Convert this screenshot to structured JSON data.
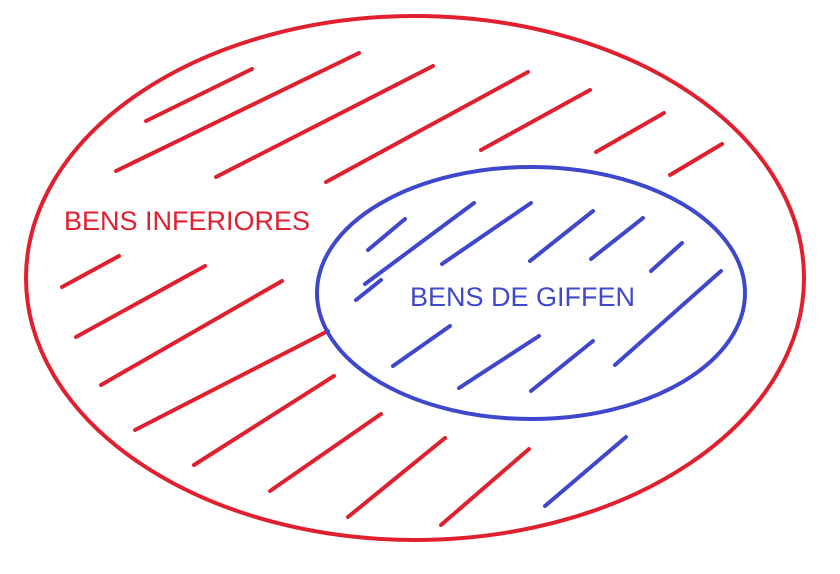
{
  "sets": [
    {
      "id": "outer",
      "label": "BENS INFERIORES",
      "color": "#e0202e"
    },
    {
      "id": "inner",
      "label": "BENS DE GIFFEN",
      "color": "#3f48cc"
    }
  ]
}
